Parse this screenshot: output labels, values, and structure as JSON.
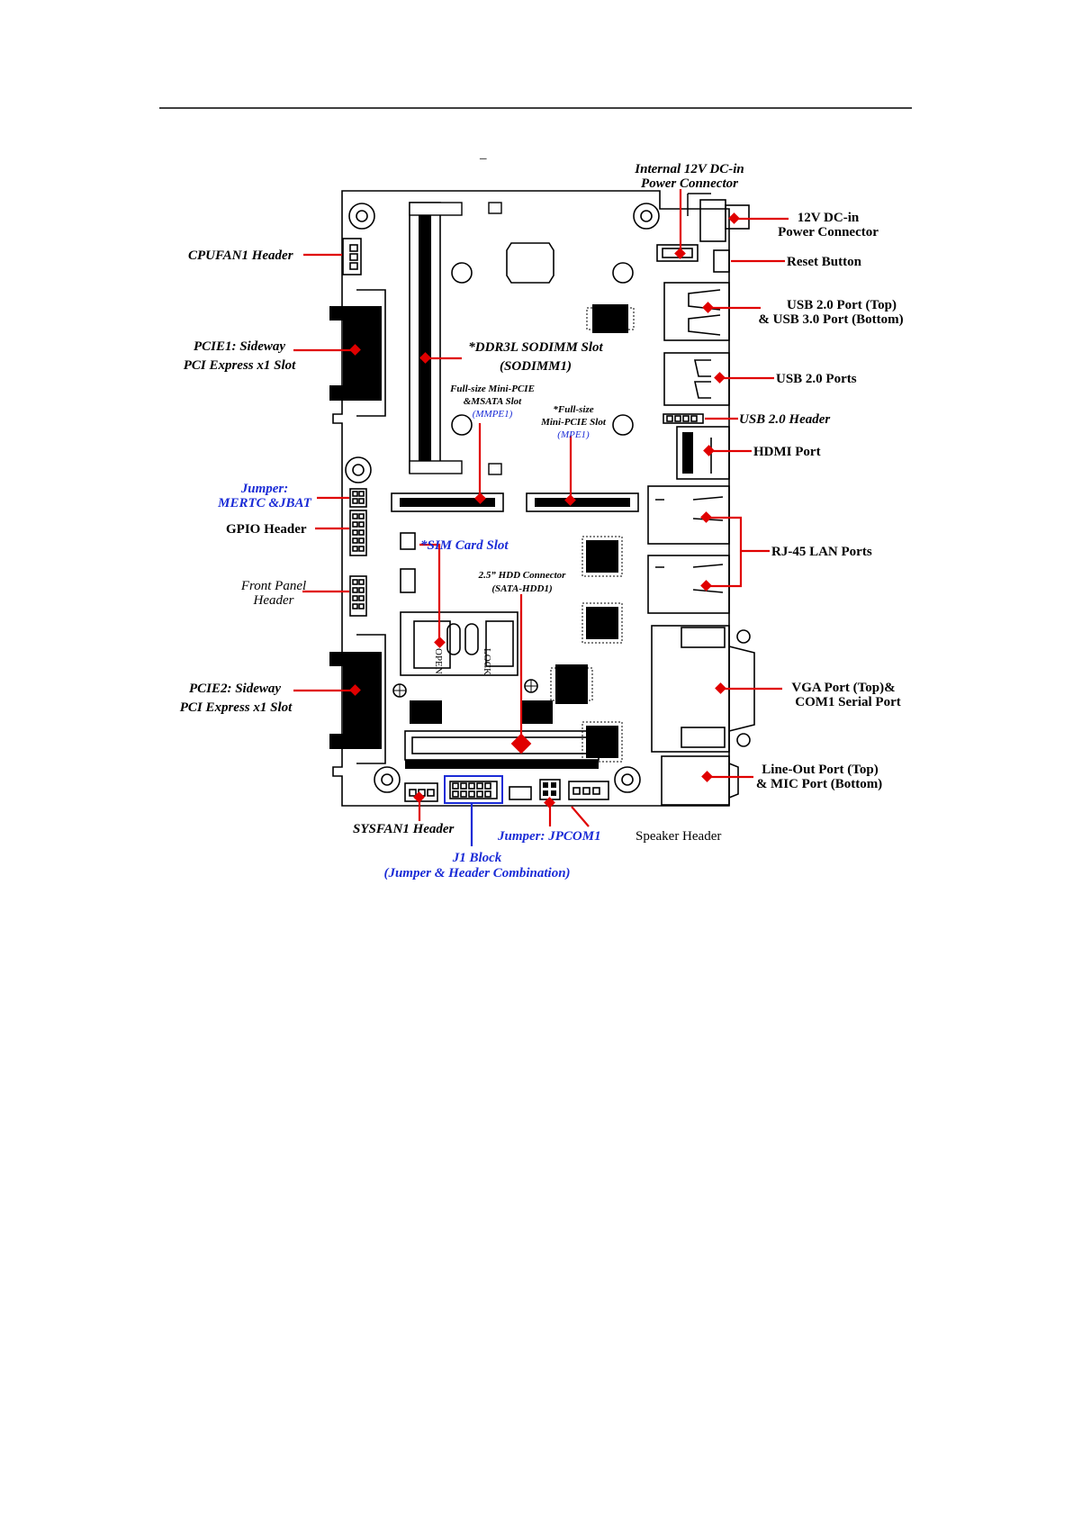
{
  "labels": {
    "internal_dc": [
      "Internal 12V DC-in",
      "Power Connector"
    ],
    "dc_in": [
      "12V DC-in",
      "Power Connector"
    ],
    "reset": "Reset Button",
    "usb_top": [
      "USB 2.0 Port (Top)",
      "& USB 3.0 Port (Bottom)"
    ],
    "usb20_ports": "USB 2.0 Ports",
    "usb20_header": "USB 2.0 Header",
    "hdmi": "HDMI Port",
    "rj45": "RJ-45 LAN Ports",
    "vga": [
      "VGA Port (Top)&",
      "COM1 Serial Port"
    ],
    "lineout": [
      "Line-Out Port (Top)",
      "& MIC Port (Bottom)"
    ],
    "speaker": "Speaker Header",
    "jpcom": "Jumper: JPCOM1",
    "j1": [
      "J1 Block",
      "(Jumper & Header Combination)"
    ],
    "sysfan": "SYSFAN1 Header",
    "pcie2": [
      "PCIE2: Sideway",
      "PCI Express x1 Slot"
    ],
    "front_panel": [
      "Front Panel",
      "Header"
    ],
    "gpio": "GPIO Header",
    "jumper_mertc": [
      "Jumper:",
      "MERTC &JBAT"
    ],
    "pcie1": [
      "PCIE1: Sideway",
      "PCI Express x1 Slot"
    ],
    "cpufan": "CPUFAN1 Header",
    "ddr3l": [
      "*DDR3L SODIMM Slot",
      "(SODIMM1)"
    ],
    "mmpe": [
      "Full-size Mini-PCIE",
      "&MSATA Slot",
      "(MMPE1)"
    ],
    "mpe": [
      "*Full-size",
      "Mini-PCIE Slot",
      "(MPE1)"
    ],
    "sim": "*SIM Card Slot",
    "hdd": [
      "2.5” HDD Connector",
      "(SATA-HDD1)"
    ],
    "sim_open": "OPEN",
    "sim_lock": "LOCK",
    "stray_mark": "–"
  },
  "colors": {
    "callout": "#e00000",
    "accent_blue": "#1a2bd6",
    "line": "#000000"
  }
}
